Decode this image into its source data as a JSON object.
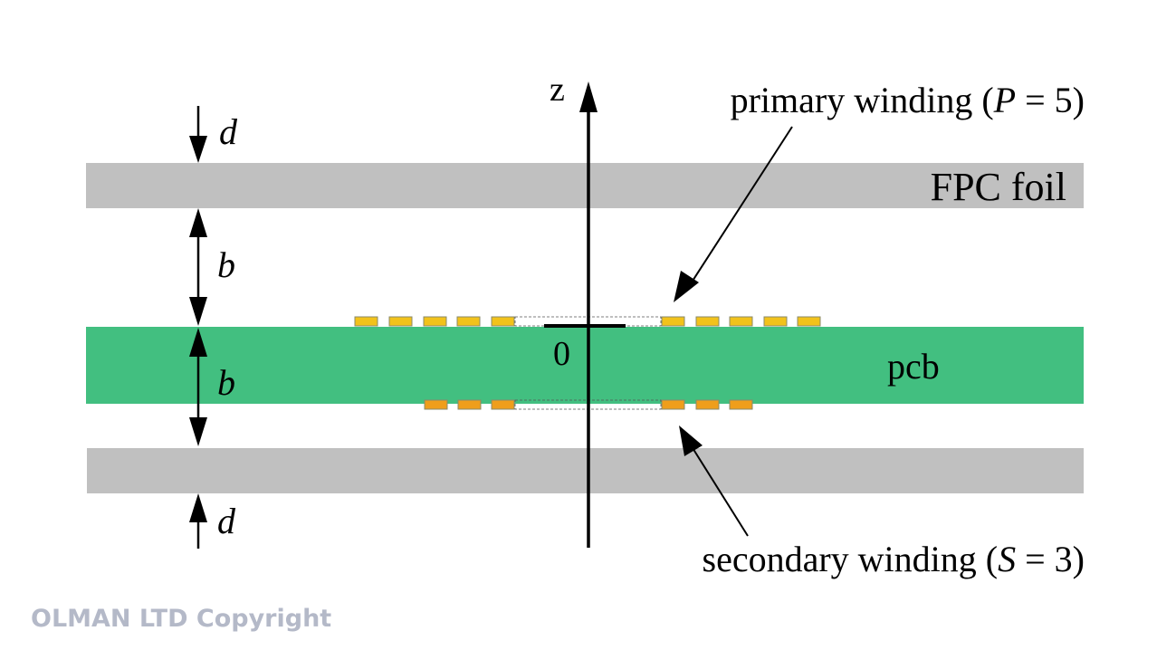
{
  "labels": {
    "axis_z": "z",
    "origin": "0",
    "dim_d_top": "d",
    "dim_b_upper": "b",
    "dim_b_lower": "b",
    "dim_d_bottom": "d",
    "fpc_foil": "FPC foil",
    "pcb": "pcb",
    "primary_text": "primary winding (",
    "primary_var": "P",
    "primary_eq": " = 5)",
    "secondary_text": "secondary winding (",
    "secondary_var": "S",
    "secondary_eq": " = 3)"
  },
  "watermark": "OLMAN LTD Copyright",
  "windings": {
    "primary_turns": 5,
    "secondary_turns": 3
  },
  "colors": {
    "foil": "#c0c0c0",
    "pcb": "#42bf80",
    "primary_conductor": "#f2c21b",
    "secondary_conductor": "#ef9e1b",
    "conductor_edge": "#8a8a6a"
  }
}
